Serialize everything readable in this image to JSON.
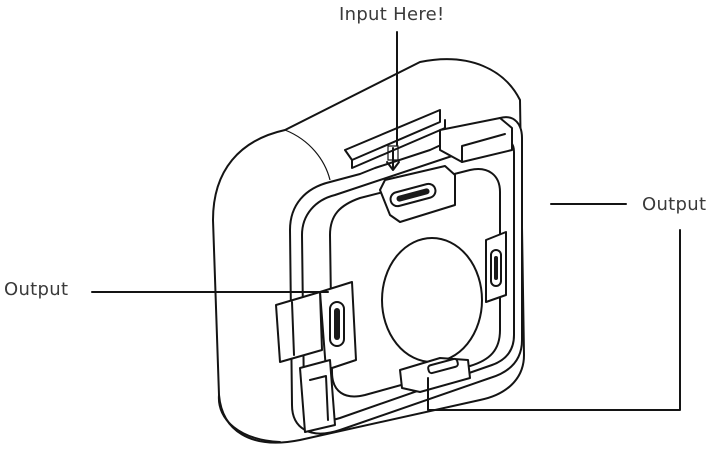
{
  "labels": {
    "input": "Input Here!",
    "output_right": "Output",
    "output_left": "Output"
  },
  "colors": {
    "line": "#141414",
    "text": "#3a3a3a",
    "background": "#ffffff"
  },
  "icons": {
    "input_arrow": "down-arrow-icon",
    "usb_ports": "usb-c-port-icon"
  }
}
